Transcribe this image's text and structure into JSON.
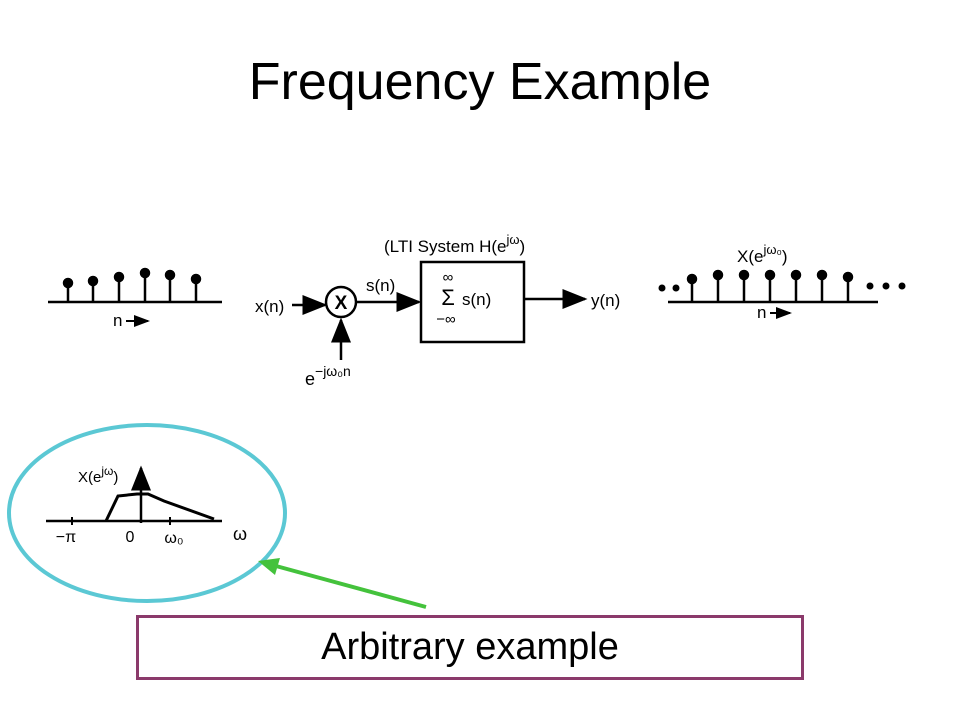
{
  "slide": {
    "title": "Frequency Example"
  },
  "system_diagram": {
    "input_label": "x(n)",
    "multiplier_symbol": "X",
    "modulator_label": {
      "base": "e",
      "sup": "−jω₀n"
    },
    "product_label": "s(n)",
    "system_title": {
      "prefix": "(LTI System H(e",
      "sup": "jω",
      "suffix": ")"
    },
    "sum_upper": "∞",
    "sum_symbol": "Σ",
    "sum_lower": "−∞",
    "sum_term": "s(n)",
    "output_label": "y(n)"
  },
  "left_sequence": {
    "axis_label": "n"
  },
  "right_sequence": {
    "value_label": {
      "prefix": "X(e",
      "sup": "jω₀",
      "suffix": ")"
    },
    "axis_label": "n"
  },
  "spectrum_plot": {
    "y_label": {
      "prefix": "X(e",
      "sup": "jω",
      "suffix": ")"
    },
    "x_axis_label": "ω",
    "ticks": [
      "−π",
      "0",
      "ω₀"
    ]
  },
  "colors": {
    "highlight_circle": "#5bc8d4",
    "arrow": "#44c23c",
    "callout_border": "#8b3a6b"
  },
  "callout": {
    "text": "Arbitrary example"
  }
}
